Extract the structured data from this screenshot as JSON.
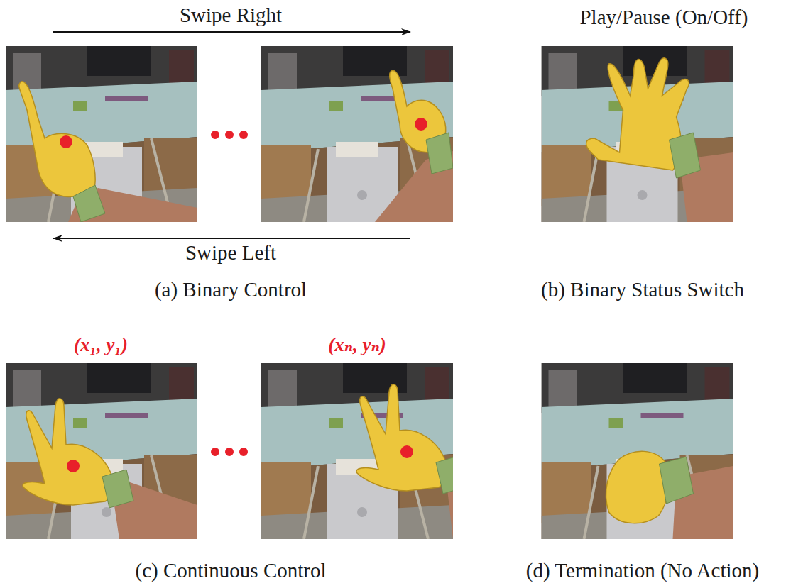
{
  "diagram": {
    "labels": [
      "Swipe Right",
      "Play/Pause (On/Off)",
      "Swipe Left",
      "(a) Binary Control",
      "(b) Binary Status Switch",
      "(x₁, y₁)",
      "(xₙ, yₙ)",
      "(c) Continuous Control",
      "(d) Termination (No Action)"
    ]
  }
}
